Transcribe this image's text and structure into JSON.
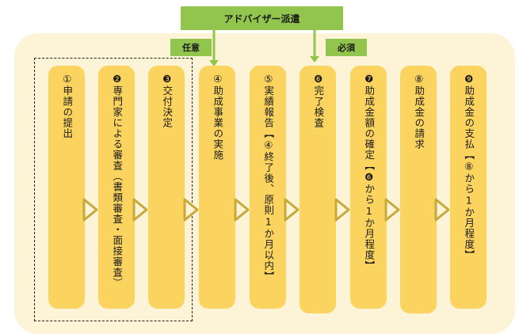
{
  "header": {
    "label": "アドバイザー派遣"
  },
  "tags": {
    "optional": "任意",
    "required": "必須"
  },
  "steps": [
    {
      "label": "①申請の提出"
    },
    {
      "label": "❷専門家による審査（書類審査・面接審査）"
    },
    {
      "label": "❸交付決定"
    },
    {
      "label": "④助成事業の実施"
    },
    {
      "label": "⑤実績報告【④終了後、原則1か月以内】"
    },
    {
      "label": "❻完了検査"
    },
    {
      "label": "❼助成金額の確定【❻から1か月程度】"
    },
    {
      "label": "⑧助成金の請求"
    },
    {
      "label": "❾助成金の支払【⑧から1か月程度】"
    }
  ],
  "colors": {
    "panel": "#fdf3d6",
    "step": "#fbd460",
    "accent_green": "#92c54d",
    "arrow": "#c7a93a"
  }
}
